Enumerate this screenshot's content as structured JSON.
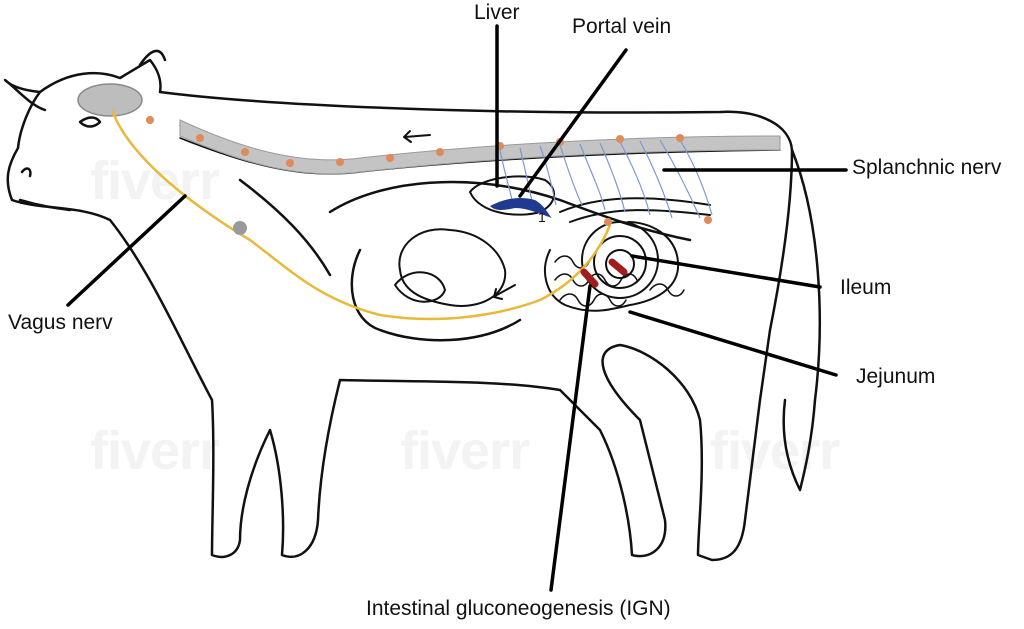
{
  "title": "Cow anatomy: intestinal gluconeogenesis and nerve signaling",
  "colors": {
    "outline": "#111111",
    "vagus": "#e8b93a",
    "spine": "#9a9a9a",
    "ganglion": "#e08a5a",
    "splanchnic_fibers": "#7a98d6",
    "portal_vein": "#1f3a8f",
    "ign_sites": "#a11d1d"
  },
  "labels": {
    "liver": "Liver",
    "portal_vein": "Portal vein",
    "splanchnic": "Splanchnic nerv",
    "ileum": "Ileum",
    "jejunum": "Jejunum",
    "vagus": "Vagus nerv",
    "ign": "Intestinal gluconeogenesis (IGN)"
  },
  "markers": {
    "liver_number": "1"
  },
  "watermark": "fiverr"
}
